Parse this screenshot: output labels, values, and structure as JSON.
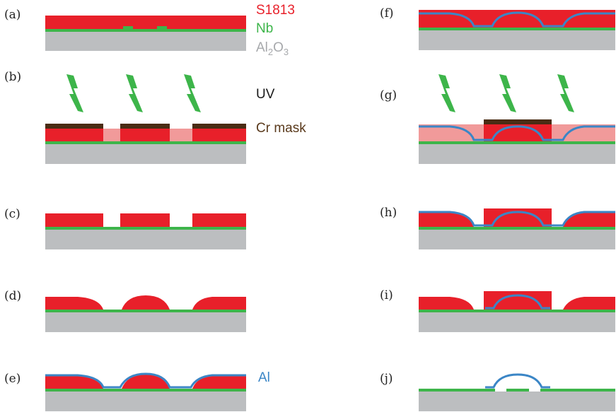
{
  "legend": {
    "resist": {
      "text": "S1813",
      "color": "#e8202a"
    },
    "nb": {
      "text": "Nb",
      "color": "#3db54a"
    },
    "substrate": {
      "text": "Al",
      "sub": "2",
      "text2": "O",
      "sub2": "3",
      "color": "#a7a9ac"
    },
    "uv": {
      "text": "UV",
      "color": "#1a1a1a"
    },
    "cr_mask": {
      "text": "Cr mask",
      "color": "#5a3a1c"
    },
    "al": {
      "text": "Al",
      "color": "#3b86c6"
    }
  },
  "panels": {
    "a": "(a)",
    "b": "(b)",
    "c": "(c)",
    "d": "(d)",
    "e": "(e)",
    "f": "(f)",
    "g": "(g)",
    "h": "(h)",
    "i": "(i)",
    "j": "(j)"
  },
  "colors": {
    "resist": "#e8202a",
    "resist_exposed": "#f19a9a",
    "nb": "#3db54a",
    "substrate": "#bcbec0",
    "al": "#3b86c6",
    "cr": "#4a2c14",
    "uv_bolt": "#3db54a"
  }
}
